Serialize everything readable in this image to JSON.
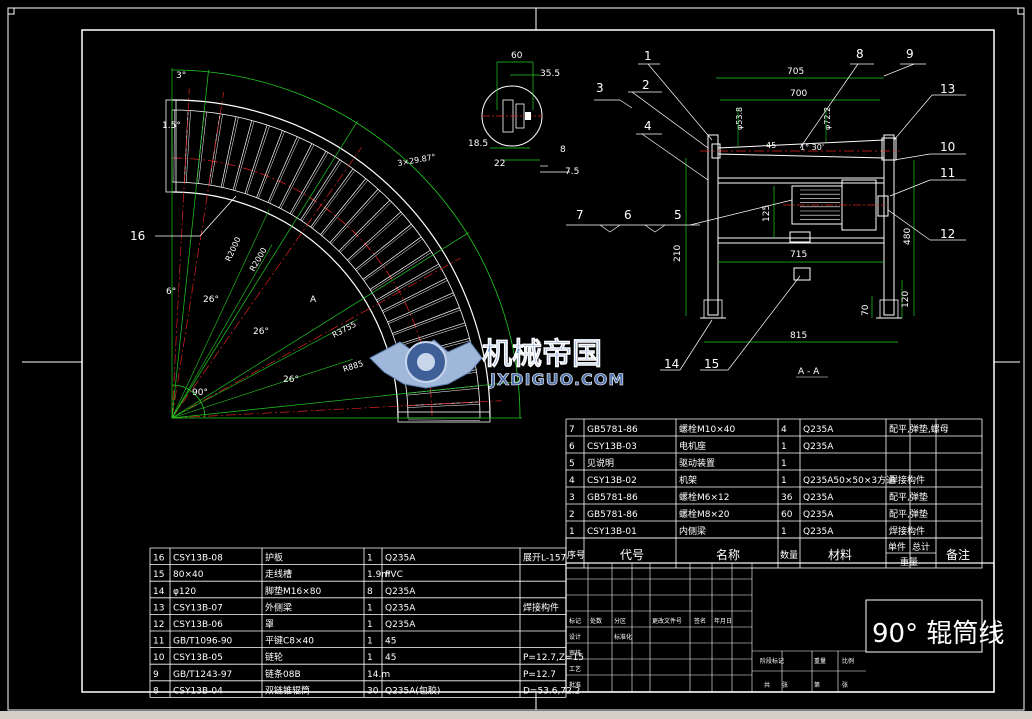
{
  "drawing": {
    "title_block": {
      "title": "90° 辊筒线",
      "header_labels": [
        "序号",
        "代号",
        "名称",
        "数量",
        "材料",
        "单件",
        "总计",
        "重量",
        "备注"
      ]
    },
    "parts_upper": [
      {
        "no": "7",
        "code": "GB5781-86",
        "name": "螺栓M10×40",
        "qty": "4",
        "material": "Q235A",
        "note": "配平,弹垫,螺母"
      },
      {
        "no": "6",
        "code": "CSY13B-03",
        "name": "电机座",
        "qty": "1",
        "material": "Q235A",
        "note": ""
      },
      {
        "no": "5",
        "code": "见说明",
        "name": "驱动装置",
        "qty": "1",
        "material": "",
        "note": ""
      },
      {
        "no": "4",
        "code": "CSY13B-02",
        "name": "机架",
        "qty": "1",
        "material": "Q235A50×50×3方通",
        "note": "焊接构件"
      },
      {
        "no": "3",
        "code": "GB5781-86",
        "name": "螺栓M6×12",
        "qty": "36",
        "material": "Q235A",
        "note": "配平,弹垫"
      },
      {
        "no": "2",
        "code": "GB5781-86",
        "name": "螺栓M8×20",
        "qty": "60",
        "material": "Q235A",
        "note": "配平,弹垫"
      },
      {
        "no": "1",
        "code": "CSY13B-01",
        "name": "内侧梁",
        "qty": "1",
        "material": "Q235A",
        "note": "焊接构件"
      }
    ],
    "parts_lower": [
      {
        "no": "16",
        "code": "CSY13B-08",
        "name": "护板",
        "qty": "1",
        "material": "Q235A",
        "note": "展开L-157"
      },
      {
        "no": "15",
        "code": "80×40",
        "name": "走线槽",
        "qty": "1.9m",
        "material": "PVC",
        "note": ""
      },
      {
        "no": "14",
        "code": "φ120",
        "name": "脚垫M16×80",
        "qty": "8",
        "material": "Q235A",
        "note": ""
      },
      {
        "no": "13",
        "code": "CSY13B-07",
        "name": "外侧梁",
        "qty": "1",
        "material": "Q235A",
        "note": "焊接构件"
      },
      {
        "no": "12",
        "code": "CSY13B-06",
        "name": "罩",
        "qty": "1",
        "material": "Q235A",
        "note": ""
      },
      {
        "no": "11",
        "code": "GB/T1096-90",
        "name": "平键C8×40",
        "qty": "1",
        "material": "45",
        "note": ""
      },
      {
        "no": "10",
        "code": "CSY13B-05",
        "name": "链轮",
        "qty": "1",
        "material": "45",
        "note": "P=12.7,Z=15"
      },
      {
        "no": "9",
        "code": "GB/T1243-97",
        "name": "链条08B",
        "qty": "14.m",
        "material": "",
        "note": "P=12.7"
      },
      {
        "no": "8",
        "code": "CSY13B-04",
        "name": "双链锥辊筒",
        "qty": "30",
        "material": "Q235A(包胶)",
        "note": "D=53.6,72.2"
      }
    ],
    "watermark": {
      "cn": "机械帝国",
      "en": "JXDIGUO.COM"
    },
    "section_label": "A - A",
    "callouts": [
      "1",
      "2",
      "3",
      "4",
      "5",
      "6",
      "7",
      "8",
      "9",
      "10",
      "11",
      "12",
      "13",
      "14",
      "15",
      "16"
    ],
    "dims_top": [
      "705",
      "700",
      "φ53.8",
      "φ72.2",
      "45",
      "1° 30'",
      "125",
      "210",
      "480",
      "715",
      "815",
      "70",
      "120"
    ],
    "dims_detail": [
      "60",
      "35.5",
      "18.5",
      "22",
      "8",
      "7.5"
    ],
    "dims_plan": [
      "3°",
      "1.5°",
      "6°",
      "26°",
      "26°",
      "26°",
      "90°",
      "3×29.87°",
      "A",
      "R2000",
      "R2000",
      "R3755",
      "R885"
    ],
    "sign_labels": [
      "标记",
      "处数",
      "分区",
      "更改文件号",
      "签名",
      "年月日",
      "设计",
      "标准化",
      "审核",
      "工艺",
      "批准",
      "阶段标记",
      "重量",
      "比例",
      "共",
      "张",
      "第",
      "张"
    ]
  }
}
